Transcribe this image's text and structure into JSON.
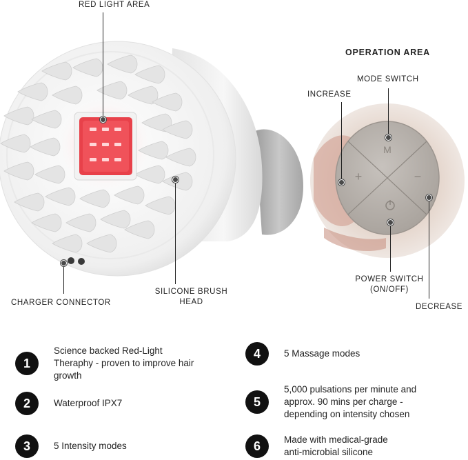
{
  "labels": {
    "red_light_area": "RED LIGHT AREA",
    "operation_area": "OPERATION AREA",
    "mode_switch": "MODE SWITCH",
    "increase": "INCREASE",
    "charger_connector": "CHARGER CONNECTOR",
    "silicone_brush_head": "SILICONE BRUSH\nHEAD",
    "power_switch": "POWER SWITCH\n(ON/OFF)",
    "decrease": "DECREASE"
  },
  "features": [
    {
      "number": "1",
      "text": "Science backed Red-Light\nTheraphy - proven to improve hair\ngrowth"
    },
    {
      "number": "2",
      "text": "Waterproof IPX7"
    },
    {
      "number": "3",
      "text": "5 Intensity modes"
    },
    {
      "number": "4",
      "text": "5 Massage modes"
    },
    {
      "number": "5",
      "text": "5,000 pulsations per minute and\napprox. 90 mins per charge -\ndepending on intensity chosen"
    },
    {
      "number": "6",
      "text": "Made with medical-grade\nanti-microbial silicone"
    }
  ],
  "colors": {
    "red_light": "#e8414a",
    "device_white": "#f4f4f4",
    "handle_grey": "#b9b9b9",
    "badge": "#111111"
  }
}
